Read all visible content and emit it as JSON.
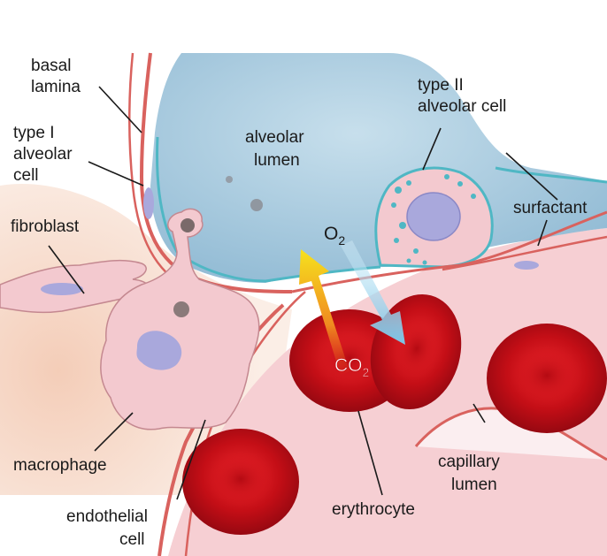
{
  "diagram": {
    "labels": {
      "basal_lamina_1": "basal",
      "basal_lamina_2": "lamina",
      "type1_1": "type I",
      "type1_2": "alveolar",
      "type1_3": "cell",
      "fibroblast": "fibroblast",
      "alveolar_lumen_1": "alveolar",
      "alveolar_lumen_2": "lumen",
      "type2_1": "type II",
      "type2_2": "alveolar cell",
      "surfactant": "surfactant",
      "o2_main": "O",
      "o2_sub": "2",
      "co2_main": "CO",
      "co2_sub": "2",
      "macrophage": "macrophage",
      "endothelial_1": "endothelial",
      "endothelial_2": "cell",
      "capillary_1": "capillary",
      "capillary_2": "lumen",
      "erythrocyte": "erythrocyte"
    },
    "colors": {
      "alveolar_lumen": "#b9d6e6",
      "membrane": "#d9625e",
      "cell_pink": "#f3c9cf",
      "interstitium": "#f6d8c8",
      "nucleus": "#a9a8dc",
      "erythrocyte": "#d8141c",
      "surfactant": "#4fb7c4",
      "o2_arrow": "#8fd0ea",
      "co2_arrow": "#f4d820"
    }
  }
}
